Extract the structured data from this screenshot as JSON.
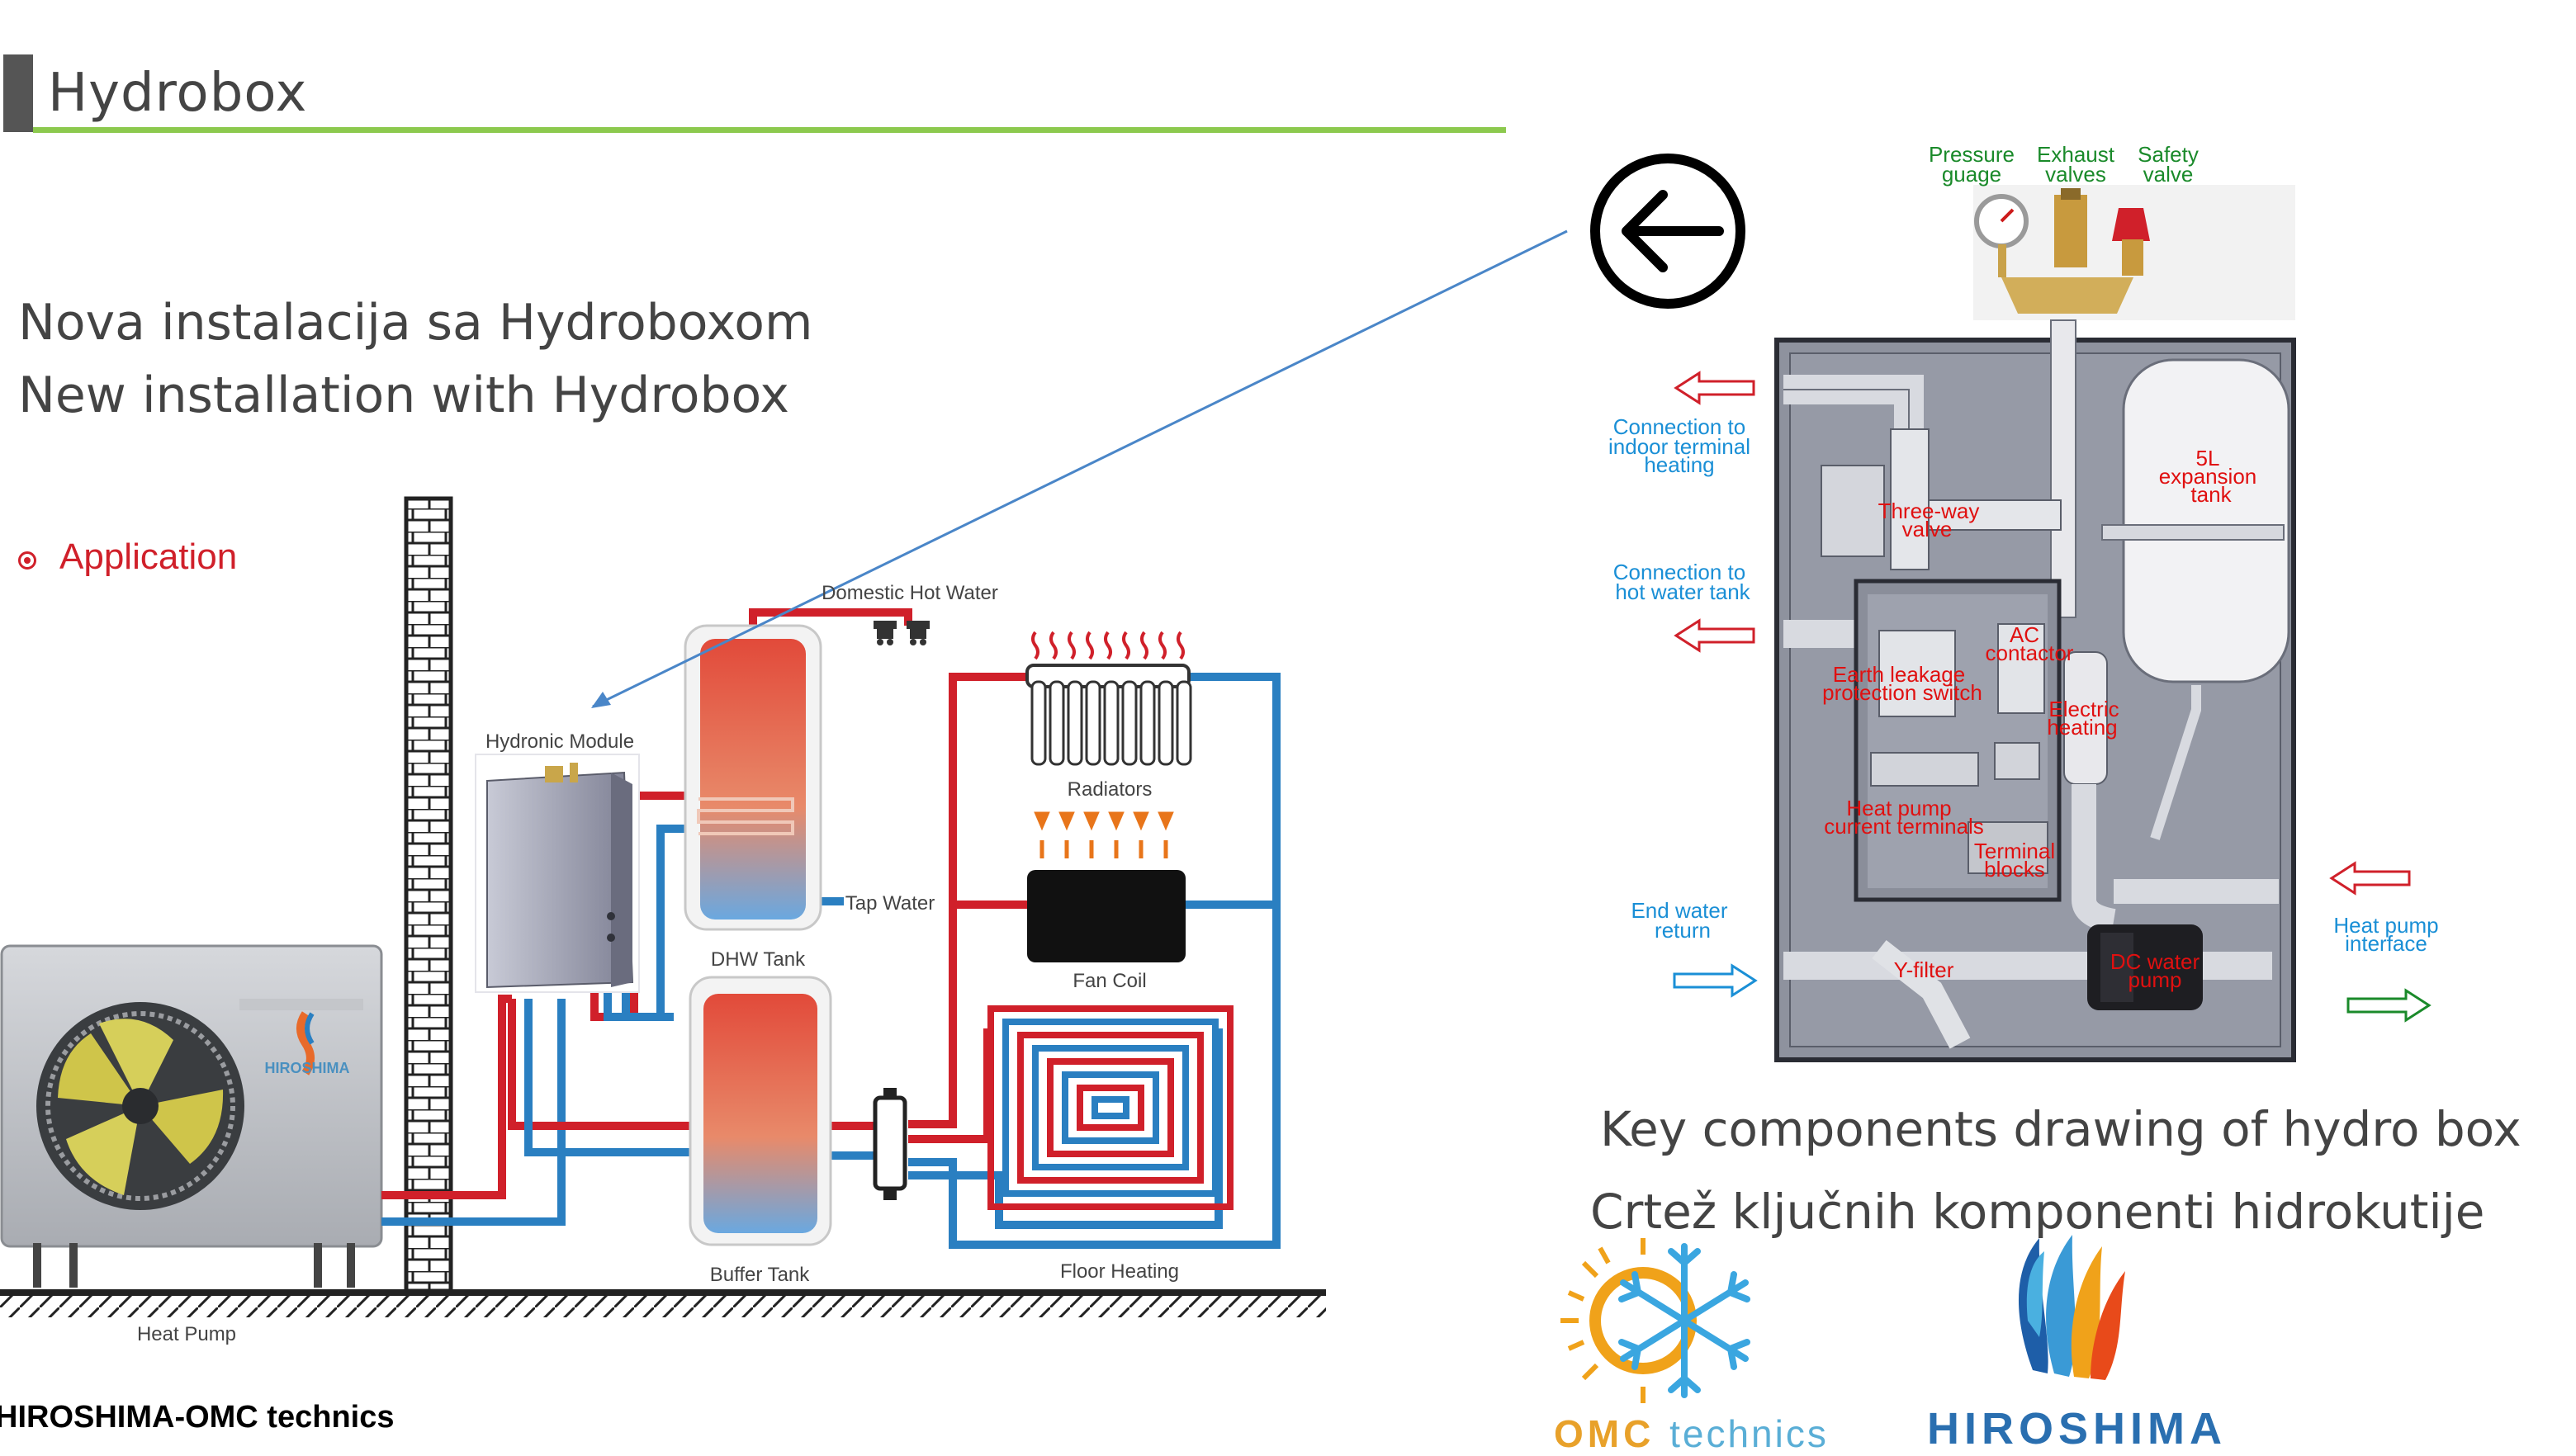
{
  "header": {
    "title": "Hydrobox"
  },
  "intro": {
    "line1": "Nova instalacija sa Hydroboxom",
    "line2": "New installation with Hydrobox"
  },
  "application": {
    "label": "Application",
    "components": {
      "hydronic_module": "Hydronic Module",
      "domestic_hot_water": "Domestic Hot Water",
      "radiators": "Radiators",
      "tap_water": "Tap Water",
      "dhw_tank": "DHW Tank",
      "fan_coil": "Fan Coil",
      "buffer_tank": "Buffer Tank",
      "floor_heating": "Floor Heating",
      "heat_pump": "Heat Pump",
      "unit_brand": "HIROSHIMA"
    }
  },
  "drawing": {
    "caption_en": "Key components drawing of hydro box",
    "caption_hr": "Crtež ključnih komponenti hidrokutije",
    "labels": {
      "pressure_1": "Pressure",
      "pressure_2": "guage",
      "exhaust_1": "Exhaust",
      "exhaust_2": "valves",
      "safety_1": "Safety",
      "safety_2": "valve",
      "conn_indoor_1": "Connection to",
      "conn_indoor_2": "indoor terminal",
      "conn_indoor_3": "heating",
      "conn_hw_1": "Connection to",
      "conn_hw_2": "hot water tank",
      "end_water_1": "End water",
      "end_water_2": "return",
      "hp_interface_1": "Heat pump",
      "hp_interface_2": "interface",
      "exp_1": "5L",
      "exp_2": "expansion",
      "exp_3": "tank",
      "threeway_1": "Three-way",
      "threeway_2": "valve",
      "ac_1": "AC",
      "ac_2": "contactor",
      "earth_1": "Earth leakage",
      "earth_2": "protection switch",
      "electric_1": "Electric",
      "electric_2": "heating",
      "hpterm_1": "Heat pump",
      "hpterm_2": "current terminals",
      "termblk_1": "Terminal",
      "termblk_2": "blocks",
      "yfilter": "Y-filter",
      "dcpump_1": "DC water",
      "dcpump_2": "pump"
    }
  },
  "logos": {
    "omc_bold": "OMC",
    "omc_light": "technics",
    "hiroshima": "HIROSHIMA"
  },
  "footer": {
    "text": "HIROSHIMA-OMC technics"
  },
  "colors": {
    "accent_rule": "#8cc94e",
    "hot_pipe": "#d0202a",
    "cold_pipe": "#2a7fc1",
    "label_blue": "#1a8fd6",
    "label_red": "#e01010",
    "label_green": "#1a8a2a"
  }
}
